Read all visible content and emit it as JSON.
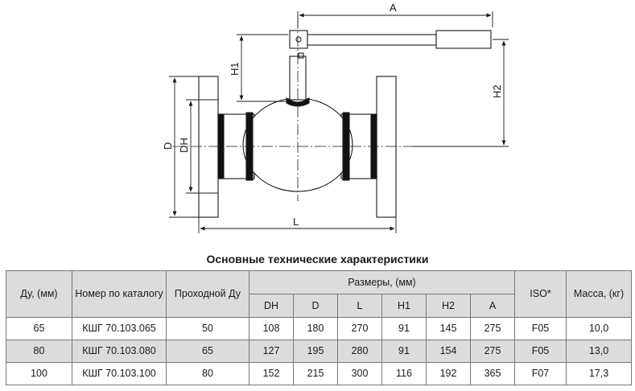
{
  "drawing": {
    "labels": {
      "a": "A",
      "h1": "H1",
      "h2": "H2",
      "d": "D",
      "dh": "DH",
      "l": "L"
    }
  },
  "table": {
    "title": "Основные технические характеристики",
    "headers": {
      "du": "Ду, (мм)",
      "catalog": "Номер по каталогу",
      "passage": "Проходной Ду",
      "dims_group": "Размеры, (мм)",
      "iso": "ISO*",
      "mass": "Масса, (кг)",
      "dims": [
        "DH",
        "D",
        "L",
        "H1",
        "H2",
        "A"
      ]
    },
    "rows": [
      {
        "du": "65",
        "catalog": "КШГ 70.103.065",
        "passage": "50",
        "dims": [
          "108",
          "180",
          "270",
          "91",
          "145",
          "275"
        ],
        "iso": "F05",
        "mass": "10,0"
      },
      {
        "du": "80",
        "catalog": "КШГ 70.103.080",
        "passage": "65",
        "dims": [
          "127",
          "195",
          "280",
          "91",
          "154",
          "275"
        ],
        "iso": "F05",
        "mass": "13,0"
      },
      {
        "du": "100",
        "catalog": "КШГ 70.103.100",
        "passage": "80",
        "dims": [
          "152",
          "215",
          "300",
          "116",
          "192",
          "365"
        ],
        "iso": "F07",
        "mass": "17,3"
      }
    ]
  }
}
